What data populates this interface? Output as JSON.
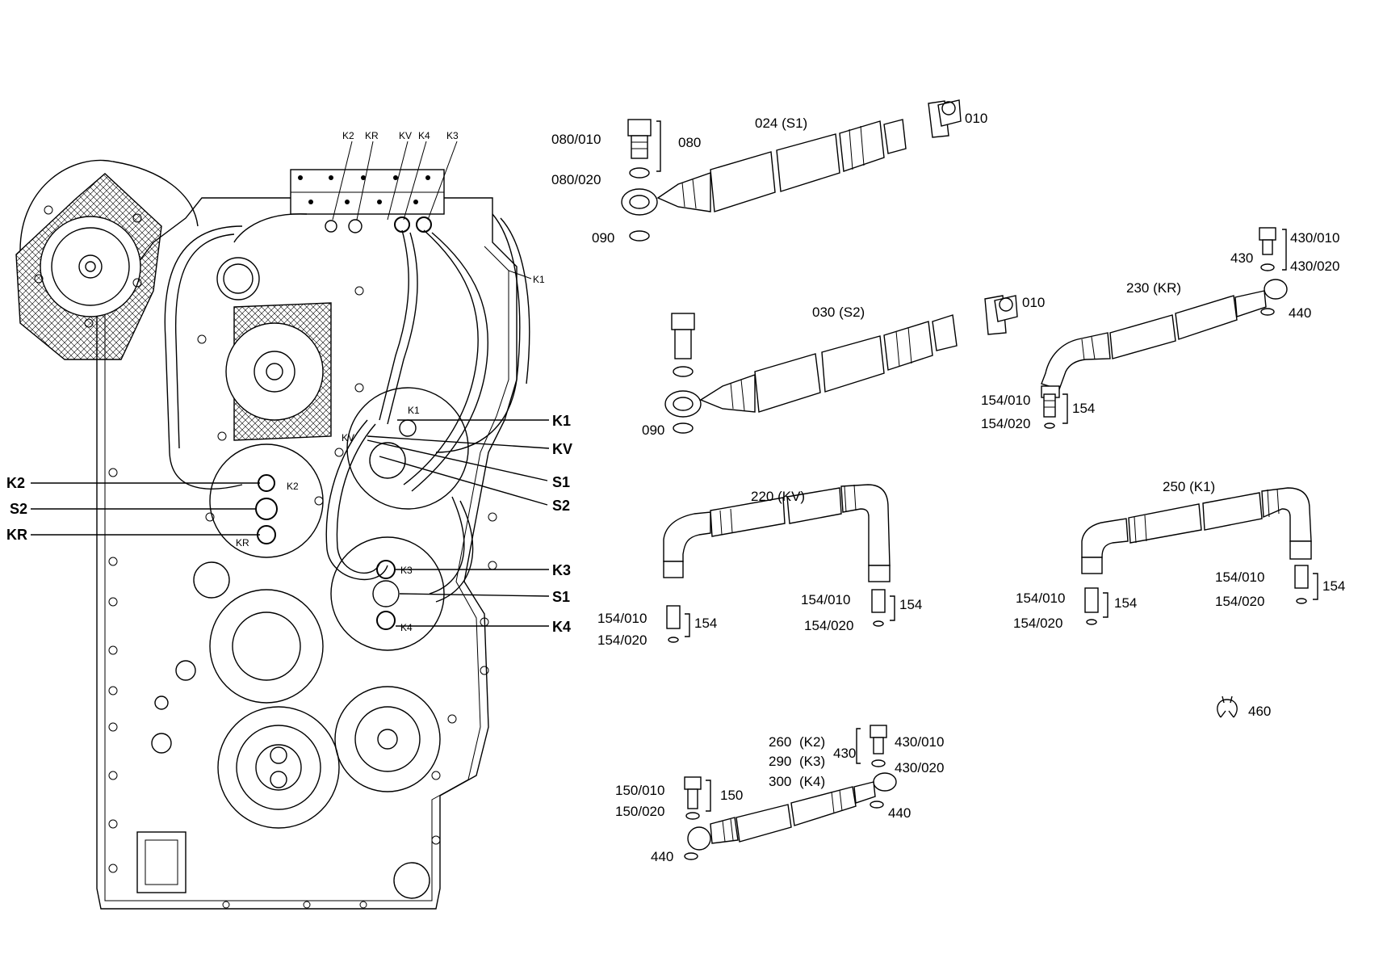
{
  "callouts": {
    "left": {
      "k2": "K2",
      "s2": "S2",
      "kr": "KR"
    },
    "right": {
      "k1": "K1",
      "kv": "KV",
      "s1": "S1",
      "s2": "S2",
      "k3": "K3",
      "s1_lower": "S1",
      "k4": "K4"
    },
    "top_ports": {
      "k2": "K2",
      "kr": "KR",
      "kv": "KV",
      "k4": "K4",
      "k3": "K3"
    },
    "inner": {
      "k1_side": "K1",
      "k1": "K1",
      "kv": "KV",
      "k2": "K2",
      "kr": "KR",
      "k3": "K3",
      "k4": "K4"
    }
  },
  "parts": {
    "p024_s1": {
      "title": "024  (S1)",
      "p080_010": "080/010",
      "p080": "080",
      "p080_020": "080/020",
      "p090": "090",
      "p010": "010"
    },
    "p030_s2": {
      "title": "030  (S2)",
      "p010": "010",
      "p090": "090"
    },
    "p230_kr": {
      "title": "230 (KR)",
      "p430_010": "430/010",
      "p430": "430",
      "p430_020": "430/020",
      "p440": "440",
      "p154_010": "154/010",
      "p154": "154",
      "p154_020": "154/020"
    },
    "p220_kv": {
      "title": "220 (KV)",
      "a154_010": "154/010",
      "a154": "154",
      "a154_020": "154/020",
      "b154_010": "154/010",
      "b154": "154",
      "b154_020": "154/020"
    },
    "p250_k1": {
      "title": "250  (K1)",
      "a154_010": "154/010",
      "a154": "154",
      "a154_020": "154/020",
      "b154_010": "154/010",
      "b154": "154",
      "b154_020": "154/020"
    },
    "p460": {
      "label": "460"
    },
    "p260": {
      "t260": "260",
      "k2": "(K2)",
      "t290": "290",
      "k3": "(K3)",
      "t300": "300",
      "k4": "(K4)",
      "p430": "430",
      "p430_010": "430/010",
      "p430_020": "430/020",
      "p440_right": "440",
      "p150_010": "150/010",
      "p150": "150",
      "p150_020": "150/020",
      "p440_left": "440"
    }
  }
}
